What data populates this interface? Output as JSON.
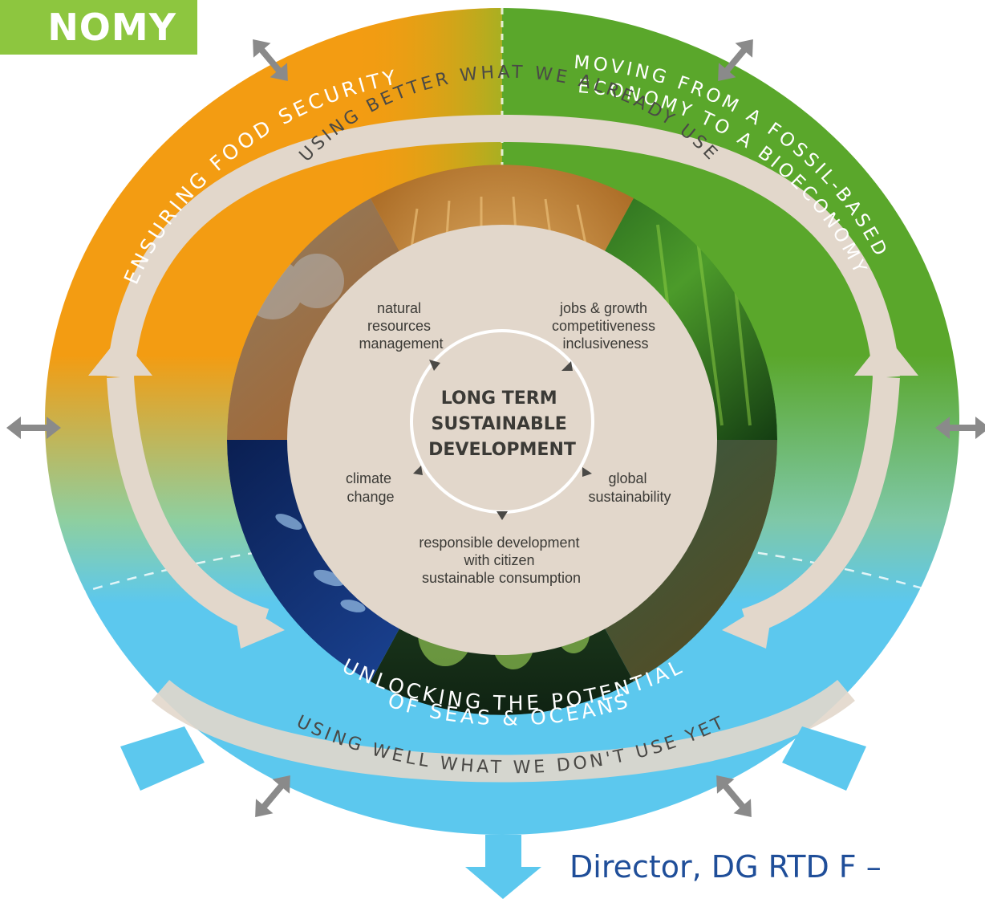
{
  "header": {
    "corner_tag": "NOMY"
  },
  "outer_ring": {
    "top_left": "ENSURING FOOD SECURITY",
    "top_right_line1": "MOVING FROM A FOSSIL-BASED",
    "top_right_line2": "ECONOMY TO A BIOECONOMY",
    "bottom_line1": "UNLOCKING THE POTENTIAL",
    "bottom_line2": "OF SEAS & OCEANS"
  },
  "middle_ring": {
    "top": "USING BETTER WHAT WE ALREADY USE",
    "bottom": "USING WELL WHAT WE DON'T USE YET"
  },
  "inner_circle": {
    "center": [
      "LONG TERM",
      "SUSTAINABLE",
      "DEVELOPMENT"
    ],
    "natural_resources": [
      "natural",
      "resources",
      "management"
    ],
    "jobs": [
      "jobs & growth",
      "competitiveness",
      "inclusiveness"
    ],
    "climate": [
      "climate",
      "change"
    ],
    "global": [
      "global",
      "sustainability"
    ],
    "responsible": [
      "responsible development",
      "with citizen",
      "sustainable consumption"
    ]
  },
  "footer": {
    "text": "Director, DG RTD F –"
  },
  "colors": {
    "orange": "#f39c12",
    "green": "#5aa72b",
    "blue": "#5cc8ee",
    "beige": "#e2d7cb",
    "corner": "#8dc63f",
    "footer_text": "#1f4e99"
  }
}
